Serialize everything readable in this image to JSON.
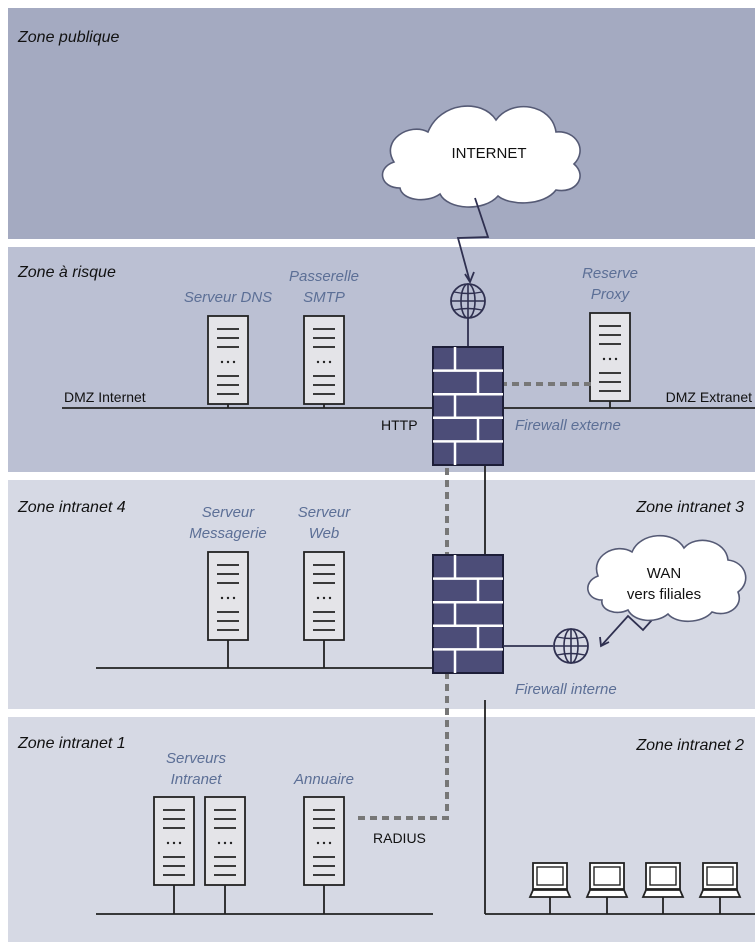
{
  "zones": {
    "publique": "Zone publique",
    "risque": "Zone à risque",
    "intranet4": "Zone intranet 4",
    "intranet3": "Zone intranet 3",
    "intranet1": "Zone intranet 1",
    "intranet2": "Zone intranet 2"
  },
  "clouds": {
    "internet": "INTERNET",
    "wan_line1": "WAN",
    "wan_line2": "vers filiales"
  },
  "servers": {
    "dns": "Serveur DNS",
    "smtp_line1": "Passerelle",
    "smtp_line2": "SMTP",
    "proxy_line1": "Reserve",
    "proxy_line2": "Proxy",
    "messagerie_line1": "Serveur",
    "messagerie_line2": "Messagerie",
    "web_line1": "Serveur",
    "web_line2": "Web",
    "intranet_line1": "Serveurs",
    "intranet_line2": "Intranet",
    "annuaire": "Annuaire"
  },
  "networks": {
    "dmz_internet": "DMZ Internet",
    "dmz_extranet": "DMZ Extranet",
    "http": "HTTP",
    "radius": "RADIUS"
  },
  "firewalls": {
    "externe": "Firewall externe",
    "interne": "Firewall interne"
  },
  "colors": {
    "zone_public": "#a4aac1",
    "zone_risk": "#bbc0d3",
    "zone_intranet": "#d6d9e4",
    "firewall": "#4c4d78",
    "server_fill": "#e4e4e8",
    "link": "#222222",
    "dashed": "#777777",
    "label_blue": "#5c6f96"
  }
}
